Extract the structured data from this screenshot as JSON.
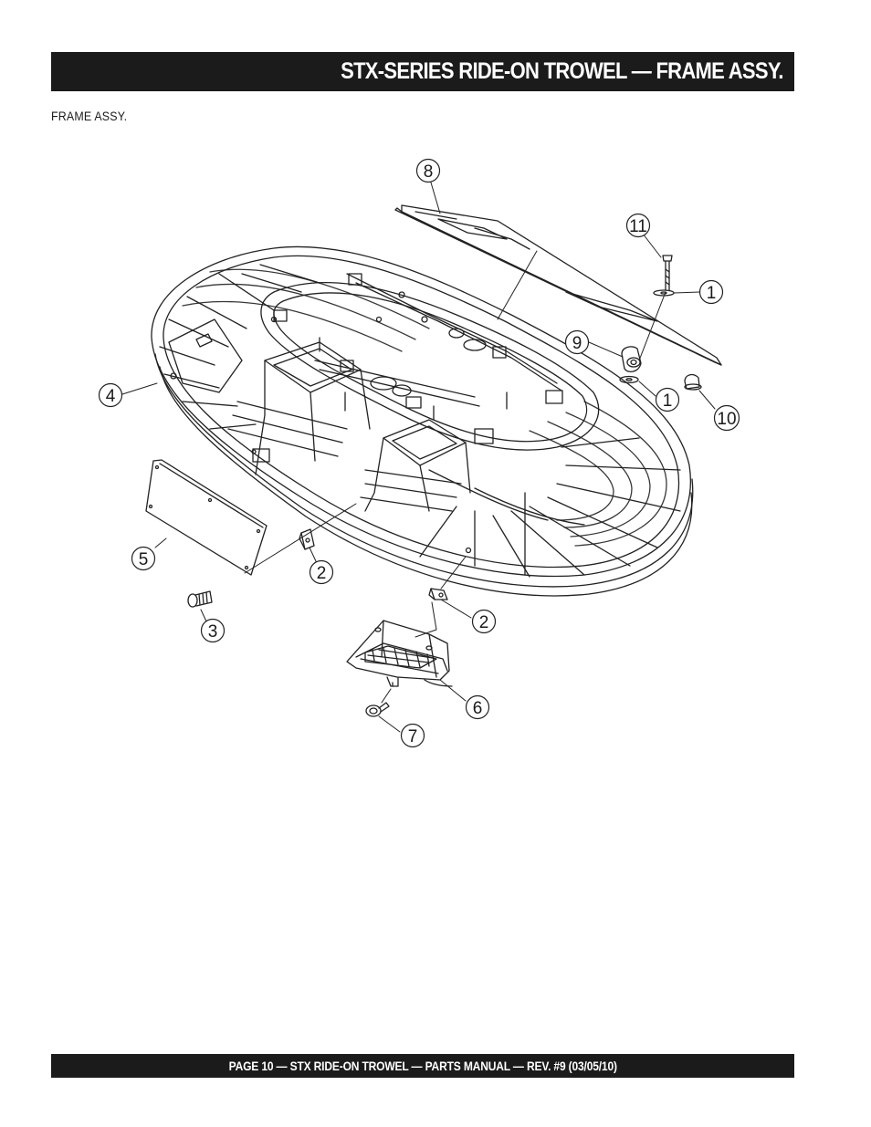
{
  "header": {
    "title": "STX-SERIES  RIDE-ON TROWEL —  FRAME ASSY."
  },
  "section": {
    "label": "FRAME ASSY."
  },
  "callouts": {
    "c8": "8",
    "c11": "11",
    "c1a": "1",
    "c9": "9",
    "c1b": "1",
    "c10": "10",
    "c4": "4",
    "c5": "5",
    "c2a": "2",
    "c3": "3",
    "c2b": "2",
    "c6": "6",
    "c7": "7"
  },
  "footer": {
    "text": "PAGE 10 — STX RIDE-ON TROWEL — PARTS  MANUAL — REV. #9 (03/05/10)"
  }
}
